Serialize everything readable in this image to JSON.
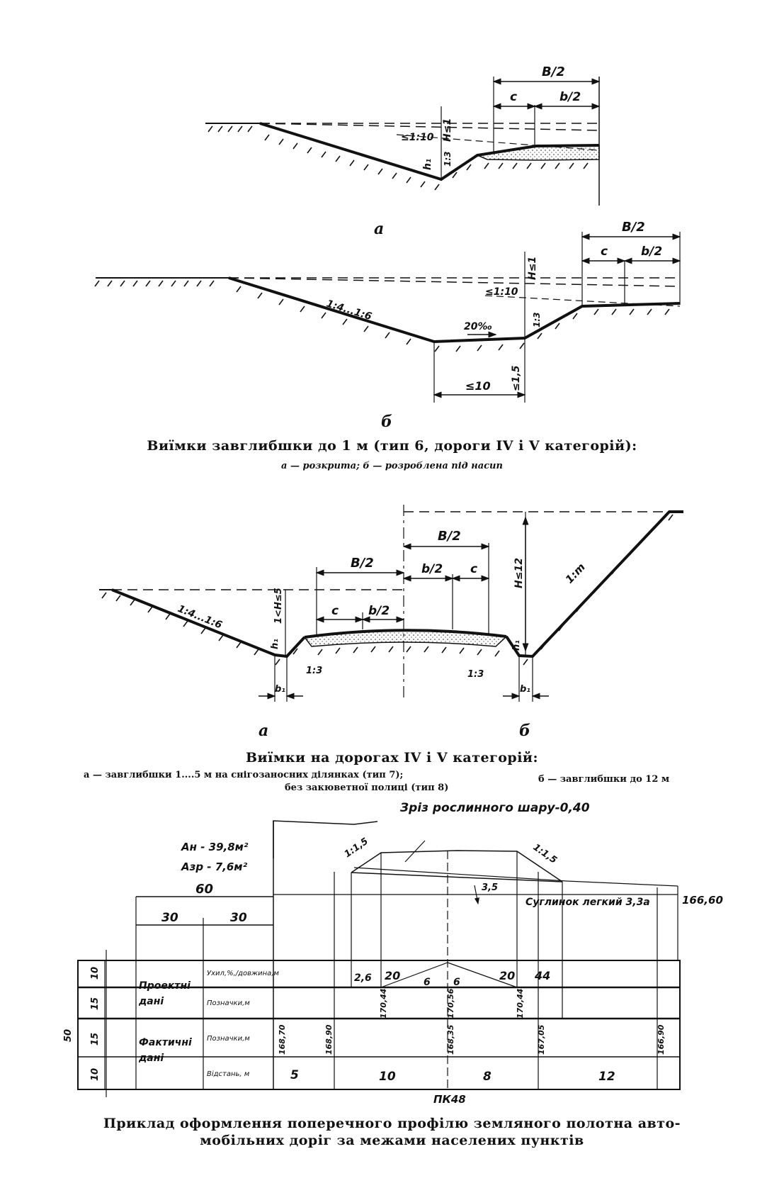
{
  "fig1": {
    "a": {
      "label": "a",
      "B2": "B/2",
      "c": "c",
      "b2": "b/2",
      "H": "H≤1",
      "slope110": "≤1:10",
      "h1": "h₁",
      "slope13": "1:3"
    },
    "b": {
      "label": "б",
      "B2": "B/2",
      "c": "c",
      "b2": "b/2",
      "H": "H≤1",
      "slope110": "≤1:10",
      "slope46": "1:4...1:6",
      "grade": "20‰",
      "slope13": "1:3",
      "width": "≤10",
      "depth": "≤1,5"
    },
    "caption_title": "Виїмки завглибшки до 1 м (тип 6, дороги IV і V категорій):",
    "caption_sub": "а — розкрита; б — розроблена під насип"
  },
  "fig2": {
    "B2_left": "B/2",
    "c_left": "c",
    "b2_left": "b/2",
    "B2_right": "B/2",
    "b2_right": "b/2",
    "c_right": "c",
    "H5": "1<H≤5",
    "H12": "H≤12",
    "slope46": "1:4...1:6",
    "slope1m": "1:m",
    "slope13_left": "1:3",
    "slope13_right": "1:3",
    "h1_left": "h₁",
    "h1_right": "h₁",
    "b1_left": "b₁",
    "b1_right": "b₁",
    "label_a": "a",
    "label_b": "б",
    "caption_title": "Виїмки на дорогах IV і V категорій:",
    "caption_sub_a": "а — завглибшки 1....5 м на снігозаносних ділянках (тип 7);",
    "caption_sub_b": "б — завглибшки до 12 м",
    "caption_sub_c": "без закюветної полиці (тип 8)"
  },
  "fig3": {
    "top_note": "Зріз рослинного шару-0,40",
    "An": "Aн - 39,8м²",
    "Azr": "Aзр - 7,6м²",
    "dim60": "60",
    "dim30a": "30",
    "dim30b": "30",
    "slope_left": "1:1,5",
    "slope_right": "1:1,5",
    "depth35": "3,5",
    "soil": "Суглинок легкий 3,3а",
    "elev_end": "166,60",
    "scale_total": "50",
    "row_heights": [
      "10",
      "15",
      "15",
      "10"
    ],
    "group_design": "Проектні дані",
    "group_actual": "Фактичні дані",
    "row_labels": [
      "Ухил,%,/довжина,м",
      "Позначки,м",
      "Позначки,м",
      "Відстань, м"
    ],
    "grades": [
      "2,6",
      "20",
      "6",
      "6",
      "20",
      "44"
    ],
    "design_marks": [
      "170,44",
      "170,56",
      "170,44"
    ],
    "actual_marks": [
      "168,70",
      "168,90",
      "168,35",
      "167,05",
      "166,90"
    ],
    "distances": [
      "5",
      "10",
      "8",
      "12"
    ],
    "picket": "ПК48",
    "caption_line1": "Приклад оформлення поперечного профілю земляного полотна авто-",
    "caption_line2": "мобільних доріг за межами населених пунктів"
  }
}
